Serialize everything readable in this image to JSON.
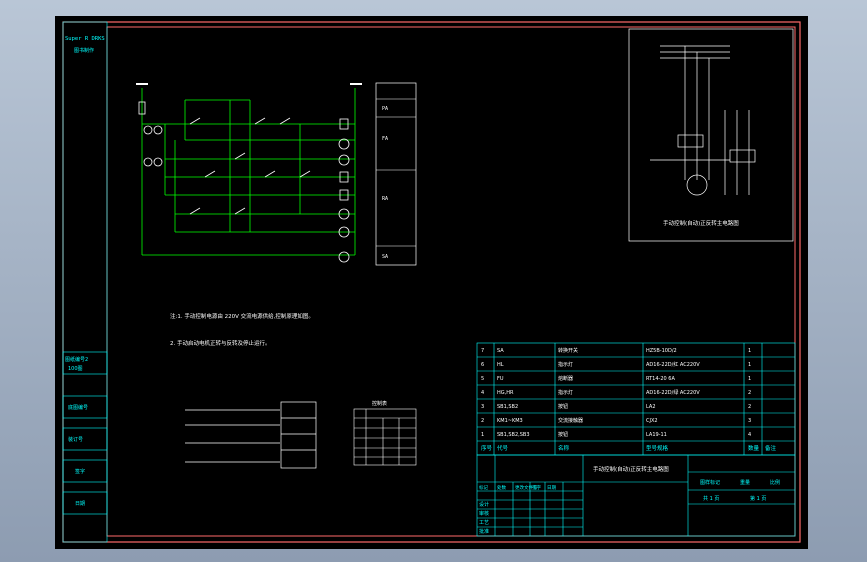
{
  "colors": {
    "background_outer": "#9aa9bd",
    "sheet": "#000000",
    "frame_red": "#ff6a6a",
    "cyan": "#00ffff",
    "green": "#00ff00",
    "white": "#ffffff",
    "yellow": "#ffff00",
    "red_text": "#ff3030"
  },
  "sidebar": {
    "logo_line1": "Super R DRKS",
    "logo_line2": "图书制作",
    "box1": "图纸编号2",
    "box1b": "100图",
    "box2": "底图编号",
    "box3": "装订号",
    "box4": "签字",
    "box5": "日期"
  },
  "schematic": {
    "caption": "手动控制(自动)正反转主电路图",
    "table_header": "控制表",
    "table_rows": [
      "PA",
      "FA",
      "RA",
      "SA"
    ]
  },
  "notes": {
    "line1": "注:1. 手动控制电源由 220V 交流电源供给,控制原理如图。",
    "line2": "2. 手动启动电机正转与反转及停止运行。"
  },
  "bom": {
    "rows": [
      {
        "no": "7",
        "code": "SA",
        "name": "转换开关",
        "model": "HZ5B-10D/2",
        "qty": "1",
        "note": ""
      },
      {
        "no": "6",
        "code": "HL",
        "name": "指示灯",
        "model": "AD16-22D/红 AC220V",
        "qty": "1",
        "note": ""
      },
      {
        "no": "5",
        "code": "FU",
        "name": "熔断器",
        "model": "RT14-20 6A",
        "qty": "1",
        "note": ""
      },
      {
        "no": "4",
        "code": "HG,HR",
        "name": "指示灯",
        "model": "AD16-22D/绿 AC220V",
        "qty": "2",
        "note": ""
      },
      {
        "no": "3",
        "code": "SB1,SB2",
        "name": "按钮",
        "model": "LA2",
        "qty": "2",
        "note": ""
      },
      {
        "no": "2",
        "code": "KM1~KM3",
        "name": "交流接触器",
        "model": "CJX2",
        "qty": "3",
        "note": ""
      },
      {
        "no": "1",
        "code": "SB1,SB2,SB3",
        "name": "按钮",
        "model": "LA19-11",
        "qty": "4",
        "note": ""
      }
    ],
    "headers": {
      "no": "序号",
      "code": "代号",
      "name": "名称",
      "model": "型号规格",
      "qty": "数量",
      "note": "备注"
    }
  },
  "title_block": {
    "drawing_title": "手动控制(自动)正反转主电路图",
    "labels": [
      "标记",
      "处数",
      "更改文件号",
      "签字",
      "日期"
    ],
    "design": "设计",
    "check": "审核",
    "craft": "工艺",
    "approve": "批准",
    "stage_label": "图样标记",
    "weight_label": "重量",
    "scale_label": "比例",
    "sheet_label": "共 1 页",
    "page_label": "第 1 页"
  }
}
